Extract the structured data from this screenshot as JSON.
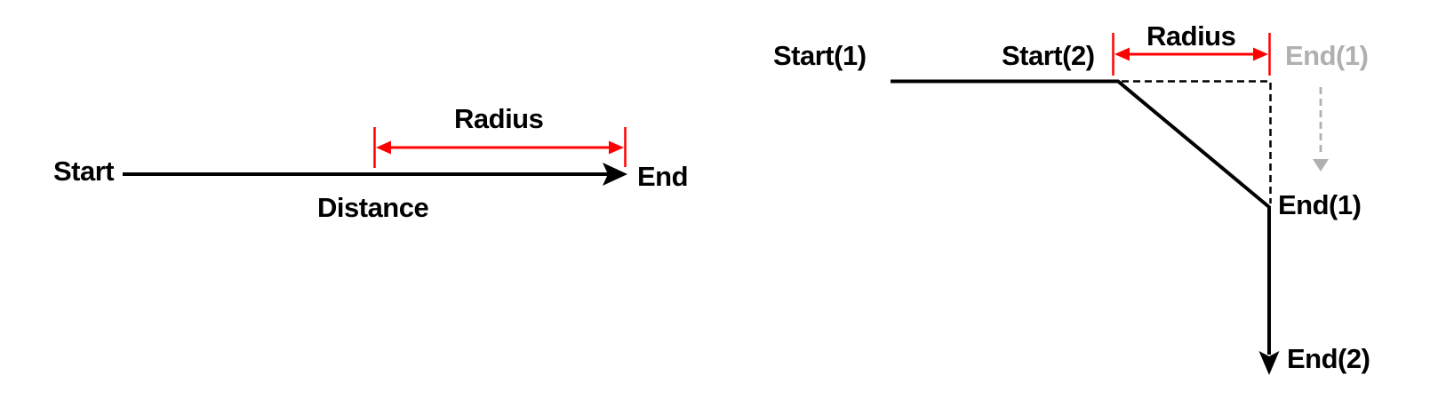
{
  "colors": {
    "background": "#ffffff",
    "line_black": "#000000",
    "accent_red": "#ff0000",
    "ghost_gray": "#b0b0b0"
  },
  "left_diagram": {
    "start_label": "Start",
    "end_label": "End",
    "distance_label": "Distance",
    "radius_label": "Radius"
  },
  "right_diagram": {
    "start1_label": "Start(1)",
    "start2_label": "Start(2)",
    "radius_label": "Radius",
    "ghost_end1_label": "End(1)",
    "end1_label": "End(1)",
    "end2_label": "End(2)"
  }
}
